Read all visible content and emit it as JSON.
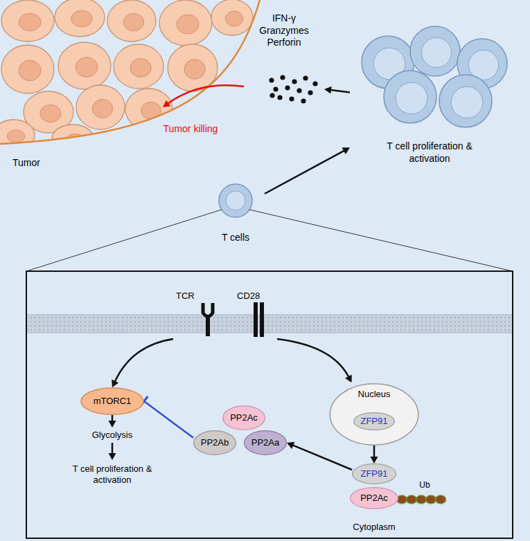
{
  "diagram": {
    "nodes": [
      {
        "text": [
          "T cells"
        ]
      },
      {
        "text": [
          "T cell proliferation & activation"
        ]
      },
      {
        "text": [
          "IFN-γ Granzymes Perforin"
        ]
      },
      {
        "text": [
          "Tumor"
        ]
      },
      {
        "text": [
          "TCR"
        ]
      },
      {
        "text": [
          "CD28"
        ]
      },
      {
        "text": [
          "mTORC1"
        ]
      },
      {
        "text": [
          "Glycolysis"
        ]
      },
      {
        "text": [
          "T cell proliferation & activation"
        ]
      },
      {
        "text": [
          "Nucleus"
        ]
      },
      {
        "text": [
          "ZFP91"
        ],
        "in": 9
      },
      {
        "text": [
          "ZFP91"
        ]
      },
      {
        "text": [
          "PP2Ac"
        ]
      },
      {
        "text": [
          "PP2Ac"
        ]
      },
      {
        "text": [
          "PP2Ab"
        ]
      },
      {
        "text": [
          "PP2Aa"
        ]
      }
    ],
    "edges": [
      {
        "from": 0,
        "to": 1,
        "arrow": "to"
      },
      {
        "from": 1,
        "to": 2,
        "arrow": "to"
      },
      {
        "from": 2,
        "to": 3,
        "label": "Tumor killing",
        "arrow": "to"
      },
      {
        "from": 4,
        "to": 6,
        "arrow": "to"
      },
      {
        "from": 5,
        "to": 9,
        "arrow": "to"
      },
      {
        "from": 6,
        "to": 7,
        "arrow": "to"
      },
      {
        "from": 7,
        "to": 8,
        "arrow": "to"
      },
      {
        "from": 10,
        "to": 11,
        "arrow": "to"
      },
      {
        "from": 11,
        "to": 15,
        "arrow": "to"
      },
      {
        "from": 14,
        "to": 6,
        "arrow": "to"
      }
    ],
    "labels": [
      "Ub",
      "Cytoplasm"
    ]
  }
}
